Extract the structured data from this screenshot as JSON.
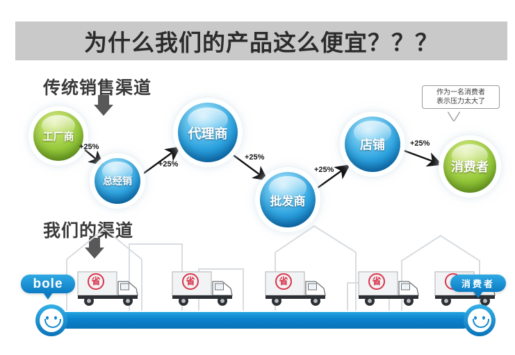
{
  "title": {
    "text": "为什么我们的产品这么便宜？？？",
    "bar_color": "#c9c9c9",
    "text_color": "#2b2b2b"
  },
  "sections": {
    "traditional_heading": "传统销售渠道",
    "ours_heading": "我们的渠道"
  },
  "traditional_chain": {
    "nodes": [
      {
        "label": "工厂商",
        "color": "#96c93b",
        "kind": "green"
      },
      {
        "label": "总经销",
        "color": "#2fa4e0",
        "kind": "blue"
      },
      {
        "label": "代理商",
        "color": "#2fa4e0",
        "kind": "blue"
      },
      {
        "label": "批发商",
        "color": "#2fa4e0",
        "kind": "blue"
      },
      {
        "label": "店铺",
        "color": "#2fa4e0",
        "kind": "blue"
      },
      {
        "label": "消费者",
        "color": "#96c93b",
        "kind": "green"
      }
    ],
    "markups": [
      "+25%",
      "+25%",
      "+25%",
      "+25%",
      "+25%"
    ],
    "callout": {
      "line1": "作为一名消费者",
      "line2": "表示压力太大了"
    }
  },
  "our_channel": {
    "brand_bubble": "bole",
    "consumer_bubble": "消费者",
    "truck_stamp": "省",
    "truck_count": 4,
    "track_color": "#0b82cc"
  },
  "icons": {
    "down_arrow": "down-arrow-icon",
    "smiley": "smiley-face-icon",
    "truck": "delivery-truck-icon",
    "house": "house-outline-icon",
    "stamp": "save-stamp-icon"
  }
}
